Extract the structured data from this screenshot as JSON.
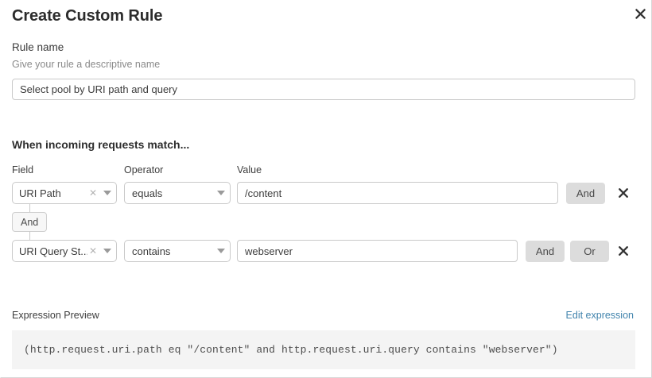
{
  "dialog": {
    "title": "Create Custom Rule",
    "close_icon": "close-icon"
  },
  "rule_name": {
    "label": "Rule name",
    "help": "Give your rule a descriptive name",
    "value": "Select pool by URI path and query",
    "placeholder": "Rule name"
  },
  "match_section": {
    "heading": "When incoming requests match...",
    "columns": {
      "field": "Field",
      "operator": "Operator",
      "value": "Value"
    },
    "connector_badge": "And",
    "rows": [
      {
        "field": "URI Path",
        "field_clear_icon": "close-small-icon",
        "field_caret_icon": "chevron-down-icon",
        "operator": "equals",
        "operator_caret_icon": "chevron-down-icon",
        "value": "/content",
        "value_placeholder": "Value",
        "logic_buttons": [
          "And"
        ],
        "delete_icon": "close-icon"
      },
      {
        "field": "URI Query St...",
        "field_clear_icon": "close-small-icon",
        "field_caret_icon": "chevron-down-icon",
        "operator": "contains",
        "operator_caret_icon": "chevron-down-icon",
        "value": "webserver",
        "value_placeholder": "Value",
        "logic_buttons": [
          "And",
          "Or"
        ],
        "delete_icon": "close-icon"
      }
    ]
  },
  "expression_preview": {
    "label": "Expression Preview",
    "edit_link": "Edit expression",
    "code": "(http.request.uri.path eq \"/content\" and http.request.uri.query contains \"webserver\")"
  },
  "colors": {
    "link": "#4284ad",
    "logic_button_bg": "#dcdcdc",
    "expr_bg": "#f4f4f4",
    "border": "#c9c9c9"
  }
}
